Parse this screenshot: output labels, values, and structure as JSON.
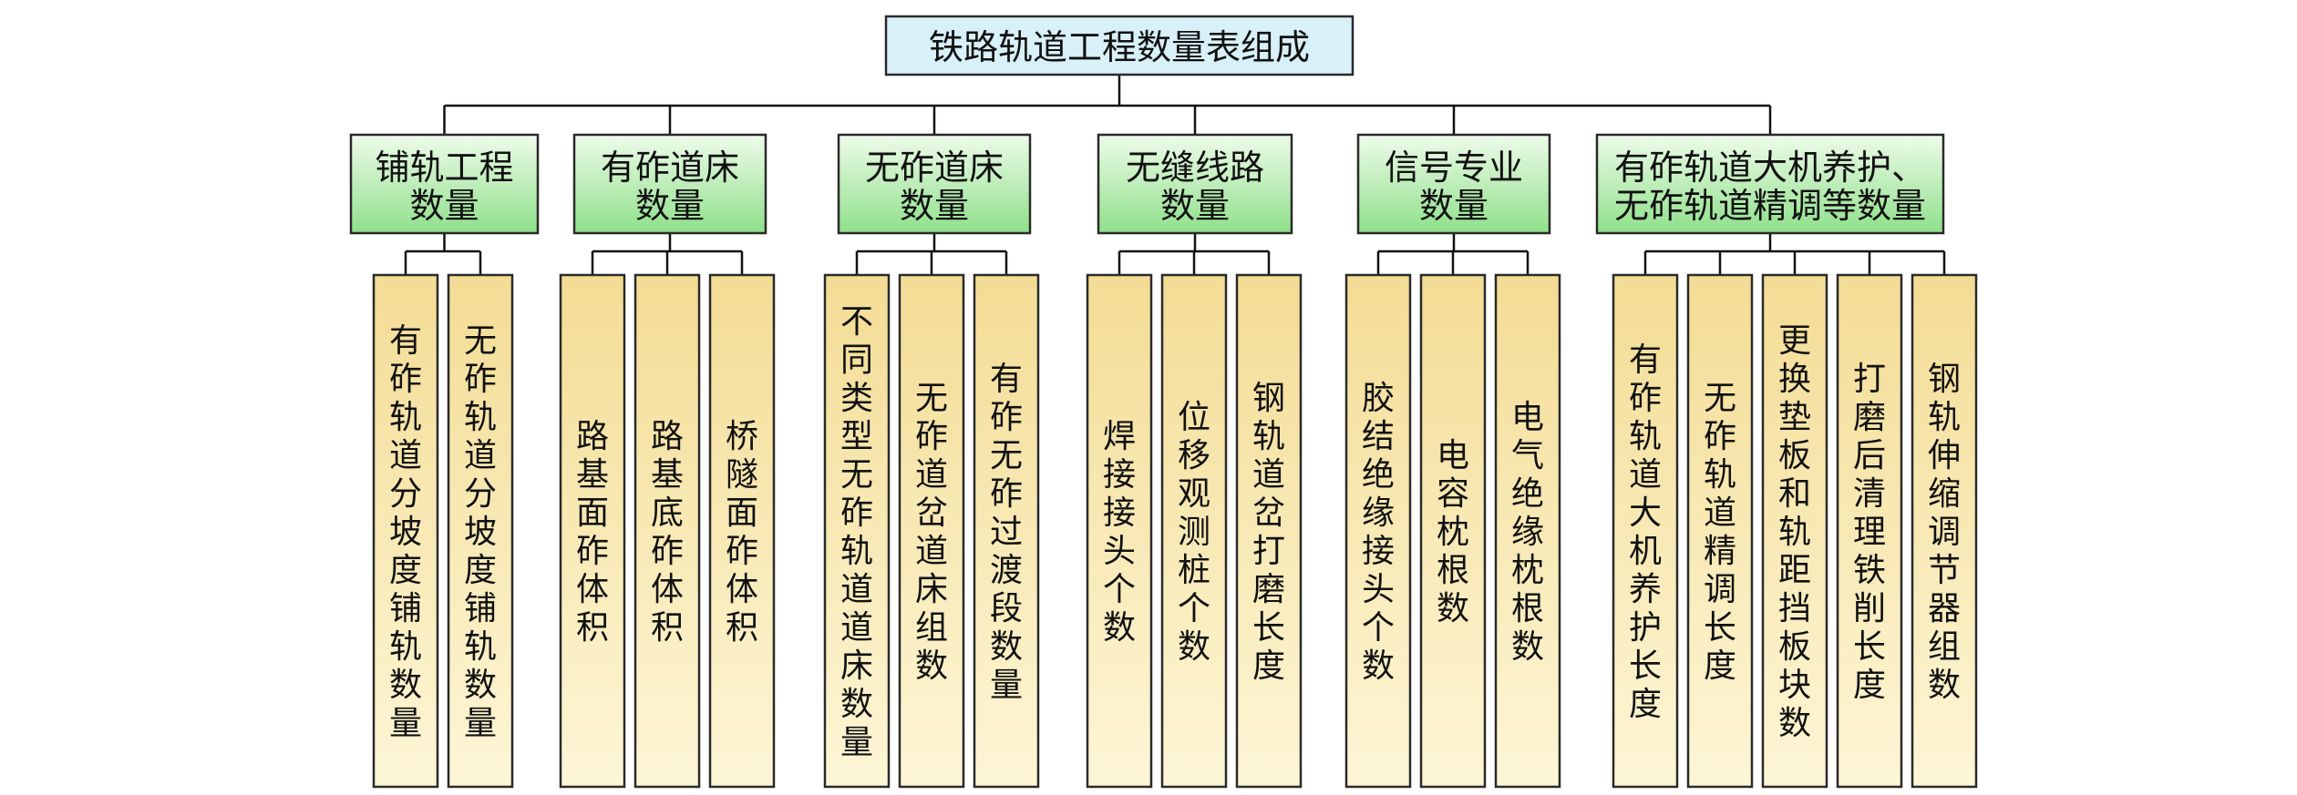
{
  "root": {
    "label": "铁路轨道工程数量表组成"
  },
  "categories": [
    {
      "lines": [
        "铺轨工程",
        "数量"
      ],
      "leaves": [
        "有砟轨道分坡度铺轨数量",
        "无砟轨道分坡度铺轨数量"
      ]
    },
    {
      "lines": [
        "有砟道床",
        "数量"
      ],
      "leaves": [
        "路基面砟体积",
        "路基底砟体积",
        "桥隧面砟体积"
      ]
    },
    {
      "lines": [
        "无砟道床",
        "数量"
      ],
      "leaves": [
        "不同类型无砟轨道道床数量",
        "无砟道岔道床组数",
        "有砟无砟过渡段数量"
      ]
    },
    {
      "lines": [
        "无缝线路",
        "数量"
      ],
      "leaves": [
        "焊接接头个数",
        "位移观测桩个数",
        "钢轨道岔打磨长度"
      ]
    },
    {
      "lines": [
        "信号专业",
        "数量"
      ],
      "leaves": [
        "胶结绝缘接头个数",
        "电容枕根数",
        "电气绝缘枕根数"
      ]
    },
    {
      "lines": [
        "有砟轨道大机养护、",
        "无砟轨道精调等数量"
      ],
      "leaves": [
        "有砟轨道大机养护长度",
        "无砟轨道精调长度",
        "更换垫板和轨距挡板块数",
        "打磨后清理铁削长度",
        "钢轨伸缩调节器组数"
      ]
    }
  ],
  "colors": {
    "root_fill": "#d8f0f8",
    "category_top": "#eefbea",
    "category_bottom": "#8fe08a",
    "leaf_top": "#f3dc94",
    "leaf_bottom": "#fdf6d6",
    "border": "#2a2a2a"
  }
}
